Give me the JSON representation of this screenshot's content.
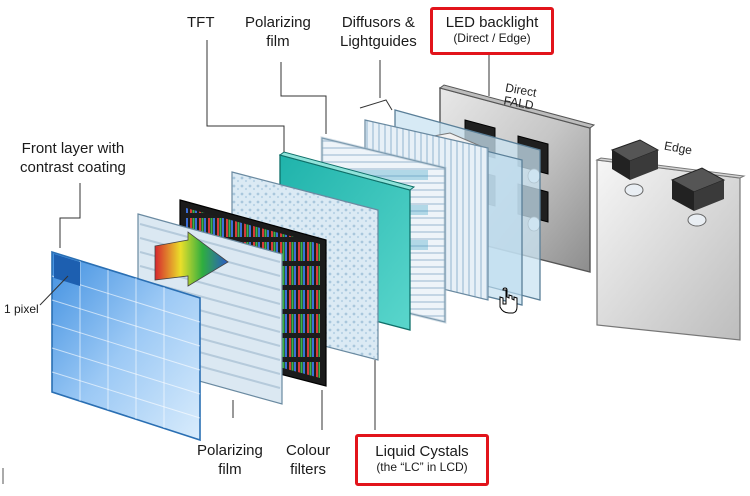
{
  "labels": {
    "front_layer": {
      "line1": "Front layer with",
      "line2": "contrast coating"
    },
    "one_pixel": "1 pixel",
    "tft": "TFT",
    "polarizing_top": {
      "line1": "Polarizing",
      "line2": "film"
    },
    "diffusors": {
      "line1": "Diffusors &",
      "line2": "Lightguides"
    },
    "led_backlight": {
      "line1": "LED backlight",
      "line2": "(Direct / Edge)"
    },
    "direct_fald": {
      "line1": "Direct",
      "line2": "FALD"
    },
    "edge": "Edge",
    "polarizing_bottom": {
      "line1": "Polarizing",
      "line2": "film"
    },
    "colour_filters": {
      "line1": "Colour",
      "line2": "filters"
    },
    "liquid_crystals": {
      "line1": "Liquid Cystals",
      "line2": "(the “LC” in LCD)"
    }
  },
  "colors": {
    "highlight": "#e2141b",
    "front_glass": "#6fb1f2",
    "tft_teal": "#2fc1b8",
    "polarizer": "#cfe6f3",
    "backlight_metal": "#a8a8a8"
  },
  "icons": [
    "hand-cursor-icon",
    "light-arrow-icon"
  ]
}
